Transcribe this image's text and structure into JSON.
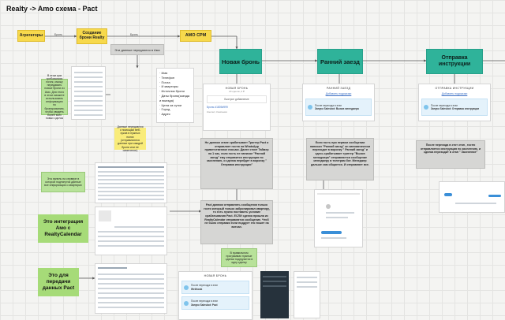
{
  "title": "Realty -> Amo схема - Pact",
  "flow": {
    "aggregators": "Агрегаторы",
    "edge_bron1": "Бронь",
    "create_booking": "Создание брони Realty",
    "edge_bron2": "Бронь",
    "amo_crm": "AMO CPM"
  },
  "transfer_note": "Эти данные передаются в Амо",
  "fields": [
    "Имя",
    "Телефон",
    "Почта",
    "И квартиры",
    "Источник брони",
    "Даты брони(заезда и выезда)",
    "Цена за сутки",
    "Город",
    "Адрес"
  ],
  "left_note": "В этом срм требованиях почек, сможу передавать новые брони из Амо. Для этого в этом сможете использовать информацию по бронированию, чтобы увидеть более всех новых сделок",
  "yellow_note2": "Данные передаются с помощью веб-хуков в нужных полях (отправляются данные при каждой брони или ее изменение)",
  "stages": {
    "new_booking": "Новая бронь",
    "early_checkin": "Ранний заезд",
    "send_instructions": "Отправка инструкции"
  },
  "cards": {
    "new_booking": {
      "header": "НОВАЯ БРОНЬ",
      "sub": "20 сделок, 0 ₽",
      "add_label": "Быстрое добавление",
      "deal_id": "Бронь #1805#999",
      "deal_sub": "Контакт, Компания"
    },
    "early": {
      "header": "РАННИЙ ЗАЕЗД",
      "add_link": "Добавить подсказки",
      "n1": "После перехода в этап",
      "n2": "Запуск Salesbot: Вызов менеджера"
    },
    "instr": {
      "header": "ОТПРАВКА ИНСТРУКЦИИ",
      "add_link": "Добавить подсказки",
      "n1": "После перехода в этап",
      "n2": "Запуск Salesbot: Отправка инструкции"
    }
  },
  "desc": {
    "new_booking": "Но данном этапе срабатывает Триггер Pact и отправляет гостю на WhatsApp приветственное письмо. Далее стоит Таймер на 1 час, если гость не написал \"Ранний заезд\" ему отправится инструкция по заселению, и сделка перейдет в воронку \" Отправка инструкции\"",
    "pact": "Pact данном отправлять сообщения только гости который только забронировал квартиру, то есть нужно поставить условие срабатывания Pact. ЕСЛИ сделка пришла из RealtyCalendar отправлятся сообщение. Чтоб не было отправки если поддует его пишет на витсап.",
    "early": "Если гость при первом сообщении написал \"Ранний заезд\" он автоматически переходит в воронку \" Ранний заезд\" и здесь срабатывает триггер \"Вызов менеджера\" отправляется сообщение менеджеру в телеграм бот. Менеджер дальше сам общается. И отправляет все.",
    "instr": "После перехода в этот этап , гостю отправляется инструкция по заселению, и сделка переходит в этап \" Заселение\""
  },
  "green_notes": {
    "panel": "Эта панель на сервере в которой подтянутся данные все информации о квартирах",
    "mid": "В правильном программах нужные сделки подгрузятся в одну сделку"
  },
  "big_labels": {
    "integration": "Это интеграция Амо с RealtyCalendar",
    "transfer": "Это для передачи данных Pact"
  },
  "mini_card": {
    "header": "НОВАЯ БРОНЬ",
    "n1": "После перехода в этап",
    "n2": "Webhook",
    "n3": "Запуск Salesbot: Pact"
  }
}
